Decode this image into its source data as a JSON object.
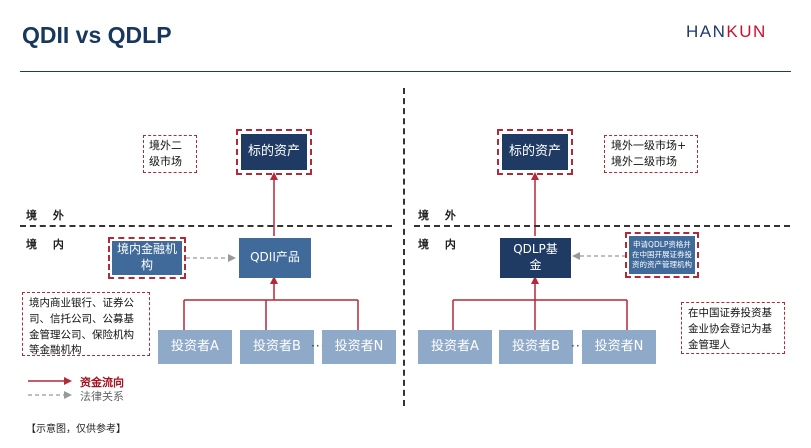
{
  "header": {
    "title": "QDII vs QDLP",
    "logo": {
      "part1": "HAN",
      "part2": "KUN"
    }
  },
  "zones": {
    "overseas": "境 外",
    "domestic": "境 内"
  },
  "qdii": {
    "target_asset": "标的资产",
    "overseas_market_note": "境外二级市场",
    "product": "QDII产品",
    "institution": "境内金融机构",
    "institution_note": "境内商业银行、证券公司、信托公司、公募基金管理公司、保险机构等金融机构",
    "investors": [
      "投资者A",
      "投资者B",
      "投资者N"
    ],
    "ellipsis": "···"
  },
  "qdlp": {
    "target_asset": "标的资产",
    "overseas_market_note_1": "境外一级市场+",
    "overseas_market_note_2": "境外二级市场",
    "fund": "QDLP基金",
    "applicant": "申请QDLP资格并在中国开展证券投资的资产管理机构",
    "registration_note": "在中国证券投资基金业协会登记为基金管理人",
    "investors": [
      "投资者A",
      "投资者B",
      "投资者N"
    ],
    "ellipsis": "···"
  },
  "legend": {
    "fund_flow": "资金流向",
    "legal_relation": "法律关系"
  },
  "footnote": "【示意图，仅供参考】",
  "colors": {
    "navy": "#1f3b63",
    "mid_blue": "#3f6a9a",
    "light_blue": "#8fa9c8",
    "flow_red": "#b2293a",
    "title_blue": "#17375e"
  }
}
